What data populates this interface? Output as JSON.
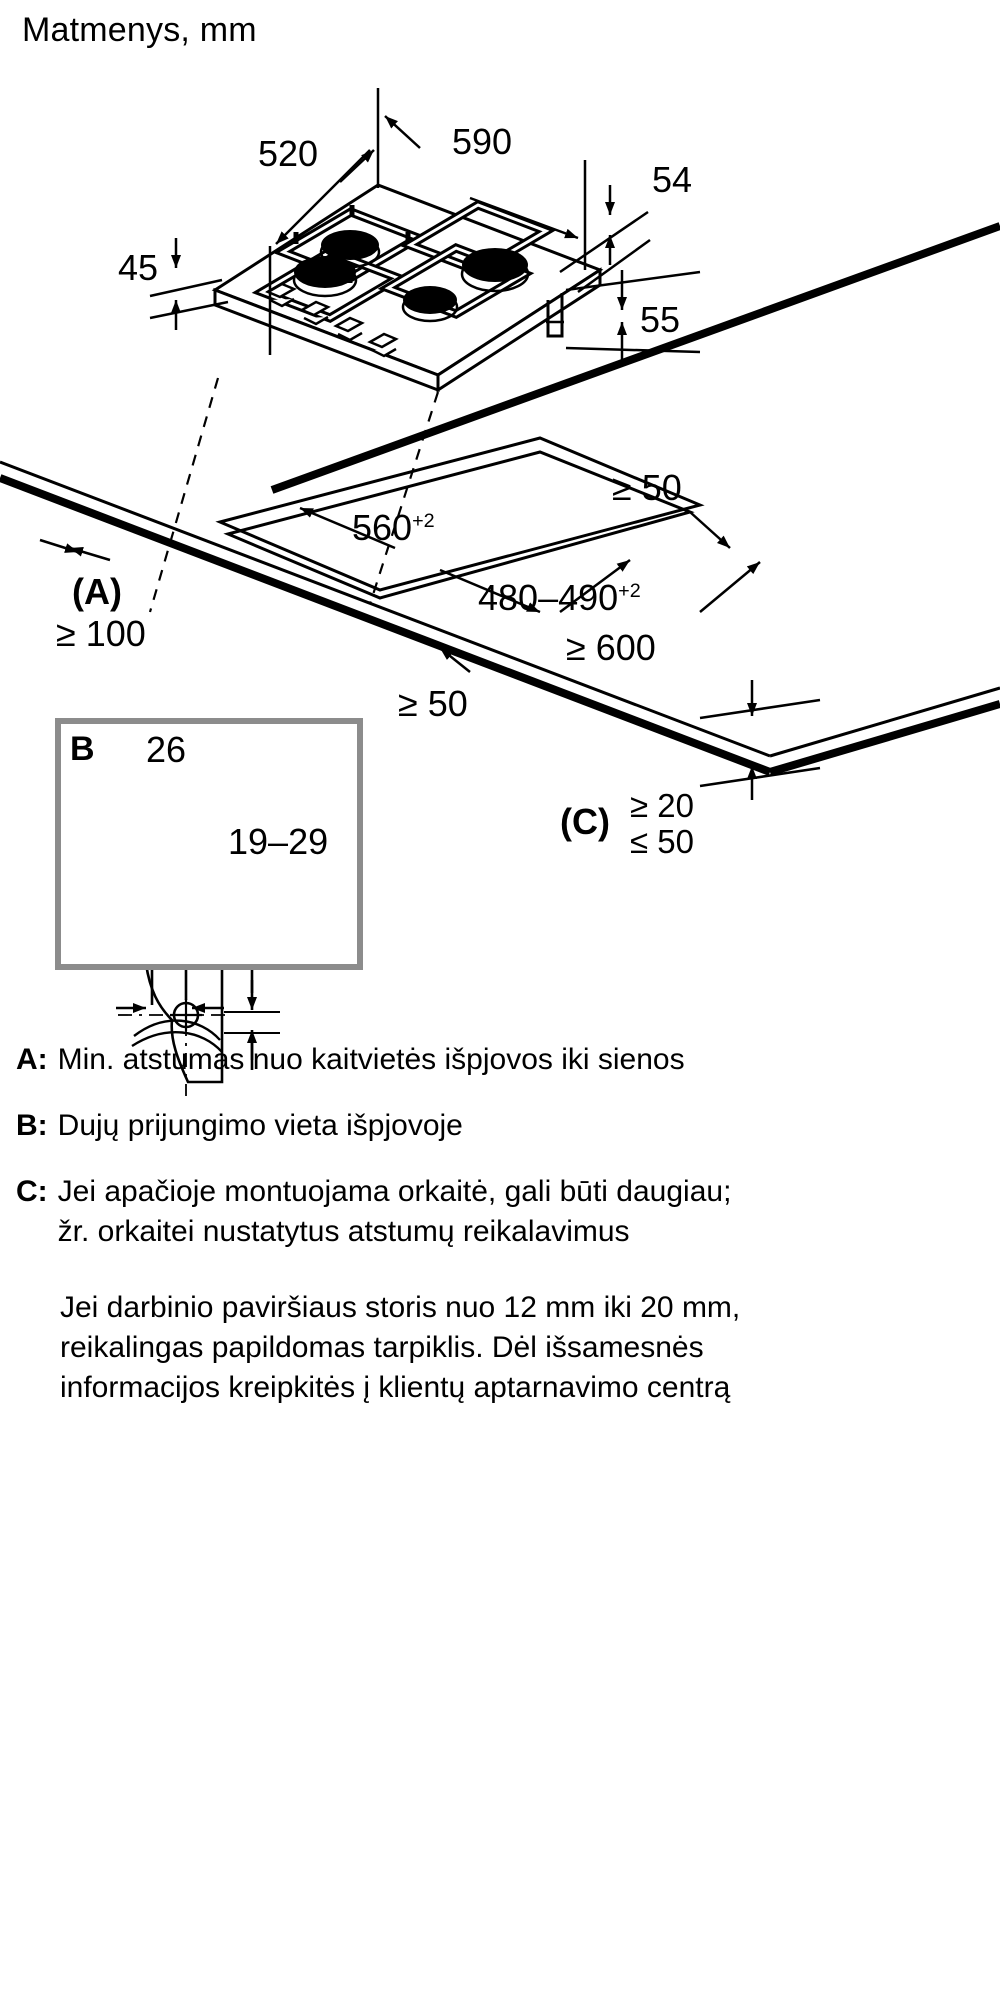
{
  "title": "Matmenys, mm",
  "hob": {
    "dim_depth": "520",
    "dim_width": "590",
    "dim_rim_height": "54",
    "dim_front_height": "45",
    "dim_total_height": "55"
  },
  "worktop": {
    "dim_cutout_width": "560",
    "dim_cutout_width_tol": "+2",
    "dim_cutout_depth": "480–490",
    "dim_cutout_depth_tol": "+2",
    "dim_rear_clearance": "≥ 50",
    "dim_side_clearance": "≥ 50",
    "dim_wall_marker": "(A)",
    "dim_wall_clearance": "≥ 100",
    "dim_worktop_depth": "≥ 600",
    "dim_c_marker": "(C)",
    "dim_c_min": "≥ 20",
    "dim_c_max": "≤ 50"
  },
  "detail_b": {
    "letter": "B",
    "dim_offset": "26",
    "dim_height_range": "19–29"
  },
  "legend": [
    {
      "key": "A:",
      "text": "Min. atstumas nuo kaitvietės išpjovos iki sienos"
    },
    {
      "key": "B:",
      "text": "Dujų prijungimo vieta išpjovoje"
    },
    {
      "key": "C:",
      "text": "Jei apačioje montuojama orkaitė, gali būti daugiau; žr. orkaitei nustatytus atstumų reikalavimus"
    }
  ],
  "note": "Jei darbinio paviršiaus storis nuo 12 mm iki 20 mm, reikalingas papildomas tarpiklis. Dėl išsamesnės informacijos kreipkitės į klientų aptarnavimo centrą",
  "colors": {
    "ink": "#000000",
    "inset_border": "#8c8c8c",
    "paper": "#ffffff"
  }
}
